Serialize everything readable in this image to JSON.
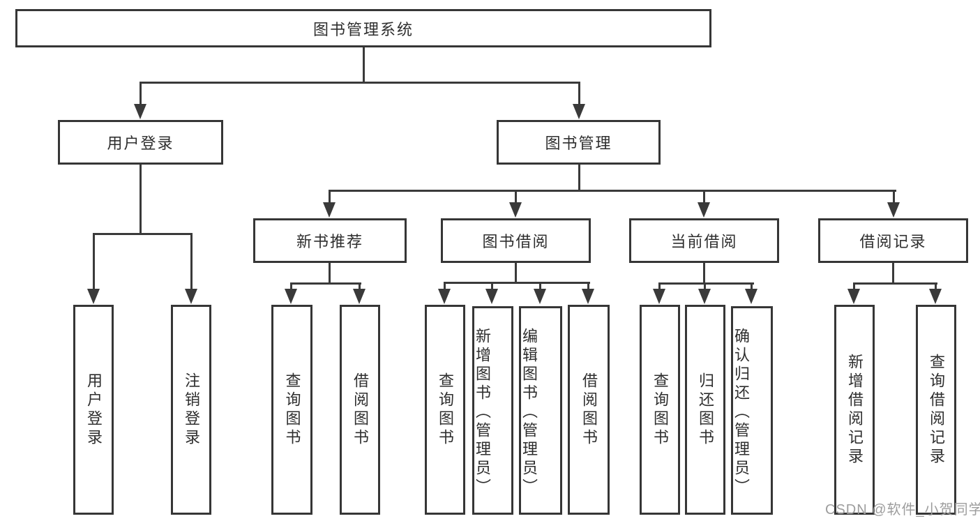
{
  "diagram_title": "图书管理系统",
  "nodes": {
    "root": "图书管理系统",
    "user_login": "用户登录",
    "book_management": "图书管理",
    "new_book_recommend": "新书推荐",
    "book_borrow": "图书借阅",
    "current_borrow": "当前借阅",
    "borrow_records": "借阅记录",
    "user_login_leaf": "用户登录",
    "logout_leaf": "注销登录",
    "nb_query_book": "查询图书",
    "nb_borrow_book": "借阅图书",
    "bb_query_book": "查询图书",
    "bb_add_book": "新增图书（管理员）",
    "bb_edit_book": "编辑图书（管理员）",
    "bb_borrow_book": "借阅图书",
    "cb_query_book": "查询图书",
    "cb_return_book": "归还图书",
    "cb_confirm_return": "确认归还（管理员）",
    "br_add_record": "新增借阅记录",
    "br_query_record": "查询借阅记录"
  },
  "watermark": {
    "text": "CSDN @软件_小贺同学"
  },
  "colors": {
    "line": "#3a3a3a",
    "border": "#363636",
    "text": "#2e2e2e",
    "watermark": "#9d9d9d",
    "background": "#ffffff"
  }
}
